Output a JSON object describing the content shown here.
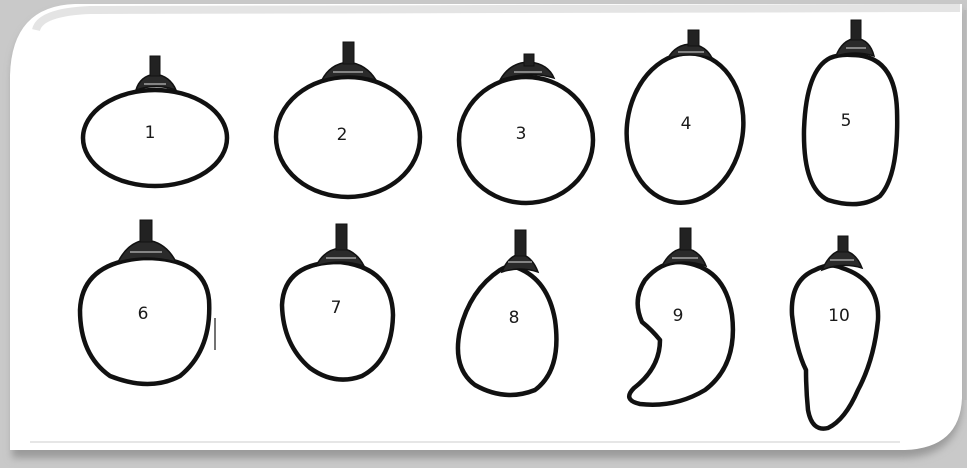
{
  "figure": {
    "shapes": [
      {
        "id": 1,
        "label": "1"
      },
      {
        "id": 2,
        "label": "2"
      },
      {
        "id": 3,
        "label": "3"
      },
      {
        "id": 4,
        "label": "4"
      },
      {
        "id": 5,
        "label": "5"
      },
      {
        "id": 6,
        "label": "6"
      },
      {
        "id": 7,
        "label": "7"
      },
      {
        "id": 8,
        "label": "8"
      },
      {
        "id": 9,
        "label": "9"
      },
      {
        "id": 10,
        "label": "10"
      }
    ]
  }
}
